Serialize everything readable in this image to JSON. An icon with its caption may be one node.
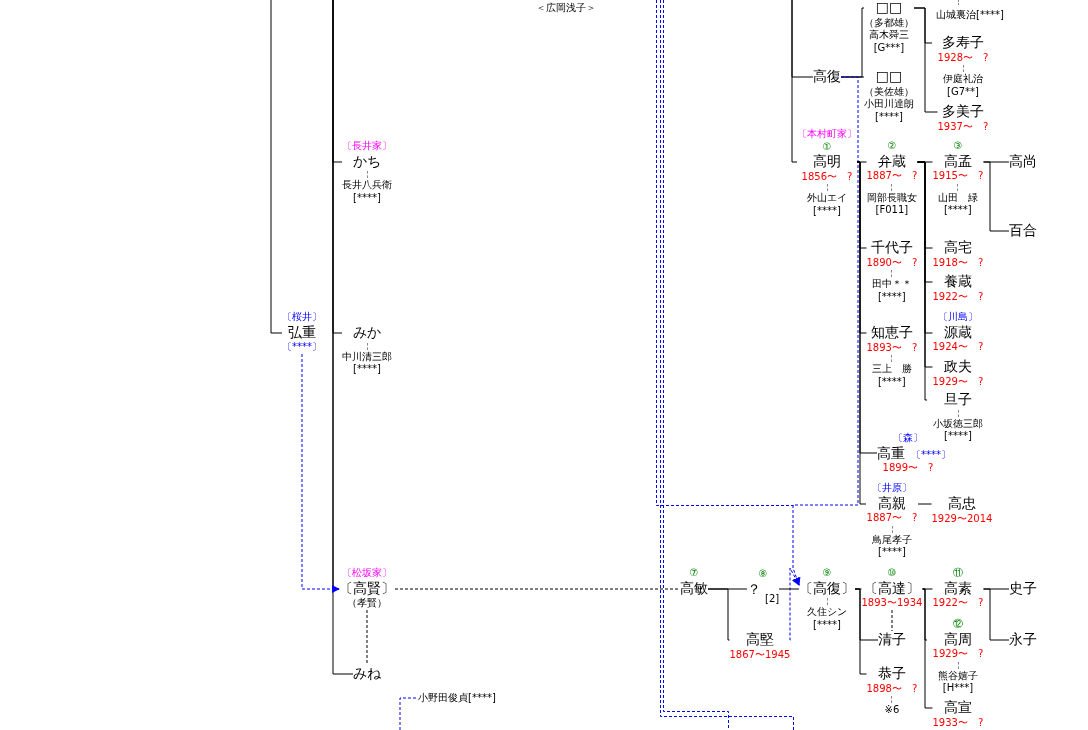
{
  "diagram": {
    "nodes": [
      {
        "text": [
          "〔桜井〕",
          "弘重",
          "〔****〕"
        ]
      },
      {
        "text": [
          "〔長井家〕",
          "かち",
          "長井八兵衛",
          "[****]"
        ]
      },
      {
        "text": [
          "みか",
          "中川清三郎",
          "[****]"
        ]
      },
      {
        "text": [
          "〔松坂家〕",
          "〔高賢〕",
          "（孝賢）"
        ]
      },
      {
        "text": [
          "みね"
        ]
      },
      {
        "text": [
          "小野田俊貞[****]"
        ]
      },
      {
        "text": [
          "高復"
        ]
      },
      {
        "text": [
          "□□",
          "（多都雄）",
          "高木舜三",
          "[G***]"
        ]
      },
      {
        "text": [
          "□□",
          "（美佐雄）",
          "小田川達朗",
          "[****]"
        ]
      },
      {
        "text": [
          "多寿子",
          "1928〜　?",
          "伊庭礼治[G7**]"
        ]
      },
      {
        "text": [
          "多美子",
          "1937〜　?"
        ]
      },
      {
        "text": [
          "〔本村町家〕",
          "①",
          "高明",
          "1856〜　?",
          "外山エイ",
          "[****]"
        ]
      },
      {
        "text": [
          "②",
          "弁蔵",
          "1887〜　?",
          "岡部長職女",
          "[F011]"
        ]
      },
      {
        "text": [
          "千代子",
          "1890〜　?",
          "田中＊＊",
          "[****]"
        ]
      },
      {
        "text": [
          "知恵子",
          "1893〜　?",
          "三上　勝",
          "[****]"
        ]
      },
      {
        "text": [
          "〔森〕",
          "高重",
          "1899〜　?"
        ],
        "beside": [
          "〔****〕"
        ]
      },
      {
        "text": [
          "〔井原〕",
          "高親",
          "1887〜　?",
          "鳥尾孝子[****]"
        ]
      },
      {
        "text": [
          "高忠",
          "1929〜2014"
        ]
      },
      {
        "text": [
          "③",
          "高孟",
          "1915〜　?",
          "山田　緑",
          "[****]"
        ]
      },
      {
        "text": [
          "高宅",
          "1918〜　?"
        ]
      },
      {
        "text": [
          "養蔵",
          "1922〜　?"
        ]
      },
      {
        "text": [
          "〔川島〕",
          "源蔵",
          "1924〜　?"
        ]
      },
      {
        "text": [
          "政夫",
          "1929〜　?"
        ]
      },
      {
        "text": [
          "旦子",
          "小坂徳三郎[****]"
        ]
      },
      {
        "text": [
          "高尚"
        ]
      },
      {
        "text": [
          "百合"
        ]
      },
      {
        "text": [
          "⑦",
          "高敏"
        ]
      },
      {
        "text": [
          "⑧",
          "？"
        ],
        "beside": [
          "[2]"
        ]
      },
      {
        "text": [
          "高堅",
          "1867〜1945"
        ]
      },
      {
        "text": [
          "⑨",
          "〔高復〕",
          "久住シン",
          "[****]"
        ]
      },
      {
        "text": [
          "⑩",
          "〔高達〕",
          "1893〜1934"
        ]
      },
      {
        "text": [
          "清子"
        ]
      },
      {
        "text": [
          "恭子",
          "1898〜　?",
          "※6"
        ]
      },
      {
        "text": [
          "⑪",
          "高素",
          "1922〜　?"
        ]
      },
      {
        "text": [
          "⑫",
          "高周",
          "1929〜　?",
          "熊谷嬉子[H***]"
        ]
      },
      {
        "text": [
          "高宣",
          "1933〜　?"
        ]
      },
      {
        "text": [
          "史子"
        ]
      },
      {
        "text": [
          "永子"
        ]
      }
    ],
    "edges": [
      {
        "from": null,
        "to": 0,
        "arrow": "none"
      },
      {
        "from": null,
        "to": 1,
        "arrow": "none"
      },
      {
        "from": null,
        "to": 2,
        "arrow": "none"
      },
      {
        "from": null,
        "to": 3,
        "arrow": "none"
      },
      {
        "from": null,
        "to": 4,
        "arrow": "none"
      },
      {
        "from": 0,
        "to": 3,
        "arrow": "to",
        "style": "dashed",
        "color": "#0000ff"
      },
      {
        "from": 3,
        "to": 4,
        "arrow": "none",
        "style": "dashed"
      },
      {
        "from": 3,
        "to": 26,
        "arrow": "none",
        "style": "dashed"
      },
      {
        "from": null,
        "to": 5,
        "arrow": "none",
        "style": "dashed",
        "color": "#0000ff"
      },
      {
        "from": null,
        "to": 6,
        "arrow": "none"
      },
      {
        "from": null,
        "to": 11,
        "arrow": "none"
      },
      {
        "from": 6,
        "to": 7,
        "arrow": "none"
      },
      {
        "from": 6,
        "to": 8,
        "arrow": "none"
      },
      {
        "from": 7,
        "to": 9,
        "arrow": "none"
      },
      {
        "from": 7,
        "to": 10,
        "arrow": "none"
      },
      {
        "from": 6,
        "to": 29,
        "arrow": "to",
        "style": "dashed",
        "color": "#0000ff"
      },
      {
        "from": 28,
        "to": 29,
        "arrow": "to",
        "style": "dashed",
        "color": "#0000ff"
      },
      {
        "from": 11,
        "to": 12,
        "arrow": "none"
      },
      {
        "from": 11,
        "to": 13,
        "arrow": "none"
      },
      {
        "from": 11,
        "to": 14,
        "arrow": "none"
      },
      {
        "from": 11,
        "to": 15,
        "arrow": "none"
      },
      {
        "from": 11,
        "to": 16,
        "arrow": "none"
      },
      {
        "from": 16,
        "to": 17,
        "arrow": "none"
      },
      {
        "from": 12,
        "to": 18,
        "arrow": "none"
      },
      {
        "from": 12,
        "to": 19,
        "arrow": "none"
      },
      {
        "from": 12,
        "to": 20,
        "arrow": "none"
      },
      {
        "from": 12,
        "to": 21,
        "arrow": "none"
      },
      {
        "from": 12,
        "to": 22,
        "arrow": "none"
      },
      {
        "from": 12,
        "to": 23,
        "arrow": "none"
      },
      {
        "from": 18,
        "to": 24,
        "arrow": "none"
      },
      {
        "from": 18,
        "to": 25,
        "arrow": "none"
      },
      {
        "from": 26,
        "to": 27,
        "arrow": "none"
      },
      {
        "from": 26,
        "to": 28,
        "arrow": "none"
      },
      {
        "from": 27,
        "to": 29,
        "arrow": "none"
      },
      {
        "from": 29,
        "to": 30,
        "arrow": "none"
      },
      {
        "from": 29,
        "to": 31,
        "arrow": "none"
      },
      {
        "from": 29,
        "to": 32,
        "arrow": "none"
      },
      {
        "from": 30,
        "to": 31,
        "arrow": "none",
        "style": "dashed"
      },
      {
        "from": 30,
        "to": 33,
        "arrow": "none"
      },
      {
        "from": 30,
        "to": 34,
        "arrow": "none"
      },
      {
        "from": 30,
        "to": 35,
        "arrow": "none"
      },
      {
        "from": 33,
        "to": 36,
        "arrow": "none"
      },
      {
        "from": 33,
        "to": 37,
        "arrow": "none"
      }
    ],
    "labels": [
      "＜広岡浅子＞",
      "山城裏治[****]"
    ]
  }
}
